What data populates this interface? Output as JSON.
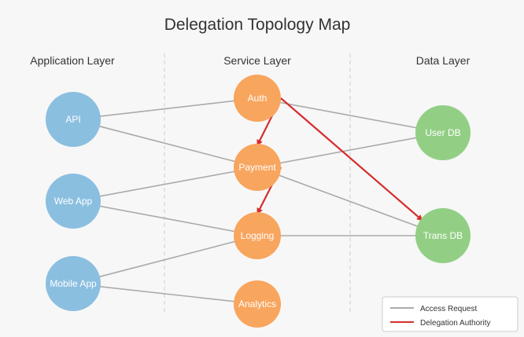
{
  "title": "Delegation Topology Map",
  "layers": {
    "application": "Application Layer",
    "service": "Service Layer",
    "data": "Data Layer"
  },
  "nodes": {
    "api": {
      "label": "API",
      "color": "#8bbfe0"
    },
    "web_app": {
      "label": "Web App",
      "color": "#8bbfe0"
    },
    "mobile_app": {
      "label": "Mobile App",
      "color": "#8bbfe0"
    },
    "auth": {
      "label": "Auth",
      "color": "#f8a55e"
    },
    "payment": {
      "label": "Payment",
      "color": "#f8a55e"
    },
    "logging": {
      "label": "Logging",
      "color": "#f8a55e"
    },
    "analytics": {
      "label": "Analytics",
      "color": "#f8a55e"
    },
    "user_db": {
      "label": "User DB",
      "color": "#92cf85"
    },
    "trans_db": {
      "label": "Trans DB",
      "color": "#92cf85"
    }
  },
  "access_edges": [
    [
      "api",
      "auth"
    ],
    [
      "api",
      "payment"
    ],
    [
      "web_app",
      "payment"
    ],
    [
      "web_app",
      "logging"
    ],
    [
      "mobile_app",
      "logging"
    ],
    [
      "mobile_app",
      "analytics"
    ],
    [
      "auth",
      "user_db"
    ],
    [
      "payment",
      "user_db"
    ],
    [
      "payment",
      "trans_db"
    ],
    [
      "logging",
      "trans_db"
    ]
  ],
  "delegation_edges": [
    [
      "auth",
      "payment"
    ],
    [
      "auth",
      "trans_db"
    ],
    [
      "payment",
      "logging"
    ]
  ],
  "legend": {
    "access": {
      "label": "Access Request",
      "color": "#aaaaaa"
    },
    "delegation": {
      "label": "Delegation Authority",
      "color": "#d62d2d"
    }
  }
}
